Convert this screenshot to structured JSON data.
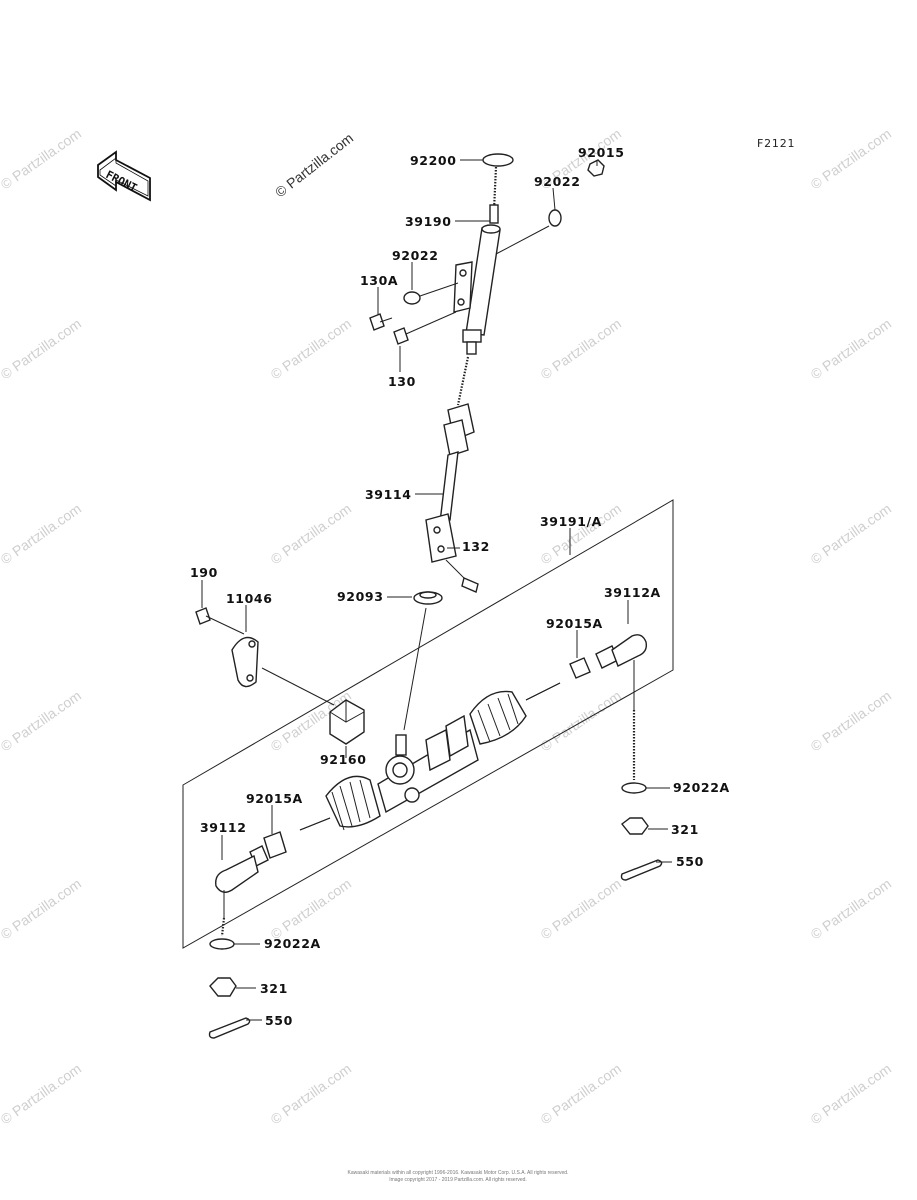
{
  "figure_code": "F2121",
  "front_label": "FRONT",
  "watermark": "© Partzilla.com",
  "footer_line1": "Kawasaki materials within all copyright 1996-2016. Kawasaki Motor Corp. U.S.A. All rights reserved.",
  "footer_line2": "Image copyright 2017 - 2019 Partzilla.com. All rights reserved.",
  "part_labels": {
    "p92200": "92200",
    "p92015": "92015",
    "p92022_top": "92022",
    "p39190": "39190",
    "p92022_mid": "92022",
    "p130A": "130A",
    "p130": "130",
    "p39114": "39114",
    "p39191A": "39191/A",
    "p132": "132",
    "p190": "190",
    "p11046": "11046",
    "p92093": "92093",
    "p39112A": "39112A",
    "p92015A_right": "92015A",
    "p92160": "92160",
    "p92022A_right": "92022A",
    "p321_right": "321",
    "p550_right": "550",
    "p92015A_left": "92015A",
    "p39112": "39112",
    "p92022A_left": "92022A",
    "p321_left": "321",
    "p550_left": "550"
  }
}
